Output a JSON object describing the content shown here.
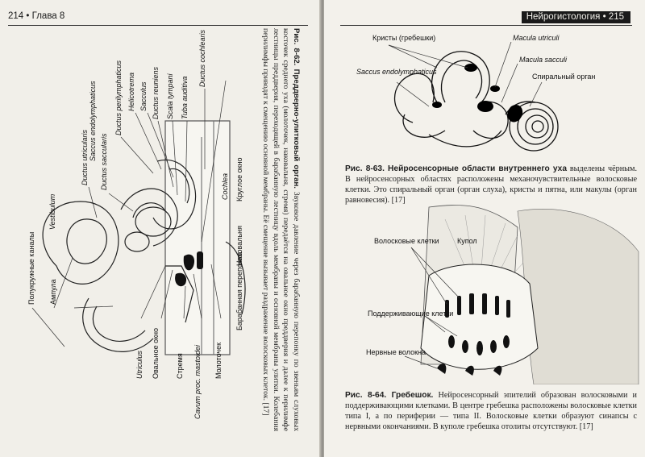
{
  "left_page": {
    "page_number": "214",
    "chapter": "Глава 8",
    "figure_caption": {
      "label": "Рис. 8-62. Преддверно-улитковый орган.",
      "text": "Звуковое давление через барабанную перепонку по звеньям слуховых косточек среднего уха (молоточек, наковальня, стремя) передаётся на овальное окно преддверия и далее к перилимфе лестницы преддверия, переходящей в барабанную лестницу вдоль мембраны и основной мембраны улитки. Колебания перилимфы приводят к смещению основной мембраны. Её смещение вызывает раздражение волосковых клеток. [17]"
    },
    "labels": {
      "ductus_utricularis": "Ductus utricularis",
      "ductus_saccularis": "Ductus saccularis",
      "saccus_endolymphaticus": "Saccus endolymphaticus",
      "ductus_perilymphaticus": "Ductus perilymphaticus",
      "helicotrema": "Helicotrema",
      "sacculus": "Sacculus",
      "ductus_reuniens": "Ductus reuniens",
      "scala_tympani": "Scala tympani",
      "tuba_auditiva": "Tuba auditiva",
      "ductus_cochlearis": "Ductus cochlearis",
      "cochlea": "Cochlea",
      "vestibulum": "Vestibulum",
      "ampulla": "Ампула",
      "canals": "Полукружные каналы",
      "utriculus": "Utriculus",
      "oval_window": "Овальное окно",
      "stapes": "Стремя",
      "cavum": "Cavum proc. mastoidei",
      "malleus": "Молоточек",
      "round_window": "Круглое окно",
      "incus": "Наковальня",
      "tympanic_membrane": "Барабанная перепонка"
    }
  },
  "right_page": {
    "running_title": "Нейрогистология",
    "page_number": "215",
    "fig63": {
      "labels": {
        "cristae": "Кристы (гребешки)",
        "macula_utriculi": "Macula utriculi",
        "macula_sacculi": "Macula sacculi",
        "saccus": "Saccus endolymphaticus",
        "spiral_organ": "Спиральный орган"
      },
      "caption_label": "Рис. 8-63. Нейросенсорные области внутреннего уха",
      "caption_text": "выделены чёрным. В нейросенсорных областях расположены механочувствительные волосковые клетки. Это спиральный орган (орган слуха), кристы и пятна, или макулы (орган равновесия). [17]"
    },
    "fig64": {
      "labels": {
        "cupula": "Купол",
        "hair_cells": "Волосковые клетки",
        "support_cells": "Поддерживающие клетки",
        "nerve_fibers": "Нервные волокна"
      },
      "caption_label": "Рис. 8-64. Гребешок.",
      "caption_text": "Нейросенсорный эпителий образован волосковыми и поддерживающими клетками. В центре гребешка расположены волосковые клетки типа I, а по периферии — типа II. Волосковые клетки образуют синапсы с нервными окончаниями. В куполе гребешка отолиты отсутствуют. [17]"
    }
  }
}
